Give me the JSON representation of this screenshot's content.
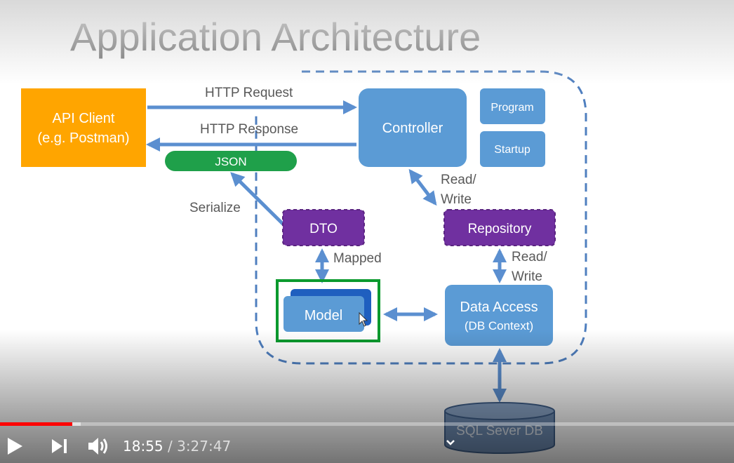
{
  "slide": {
    "title": "Application Architecture",
    "boxes": {
      "api_client_line1": "API Client",
      "api_client_line2": "(e.g. Postman)",
      "controller": "Controller",
      "program": "Program",
      "startup": "Startup",
      "json": "JSON",
      "dto": "DTO",
      "repository": "Repository",
      "model": "Model",
      "data_access_line1": "Data Access",
      "data_access_line2": "(DB Context)",
      "database": "SQL Sever DB"
    },
    "labels": {
      "http_request": "HTTP Request",
      "http_response": "HTTP Response",
      "serialize": "Serialize",
      "read_write_1a": "Read/",
      "read_write_1b": "Write",
      "mapped": "Mapped",
      "read_write_2a": "Read/",
      "read_write_2b": "Write"
    },
    "colors": {
      "title": "#6b6b6b",
      "api_client": "#ffa500",
      "blue_box": "#5b9bd5",
      "dark_blue": "#1f5fbf",
      "json": "#1fa04a",
      "purple": "#7030a0",
      "highlight": "#0b9a2e",
      "arrow": "#5b8fd0",
      "dashed": "#4f7fbf",
      "label": "#595959"
    }
  },
  "player": {
    "current_time": "18:55",
    "separator": " / ",
    "duration": "3:27:47",
    "progress": 0.098,
    "buffered": 0.11,
    "icons": [
      "play-icon",
      "next-icon",
      "volume-icon",
      "chevron-down-icon"
    ]
  }
}
